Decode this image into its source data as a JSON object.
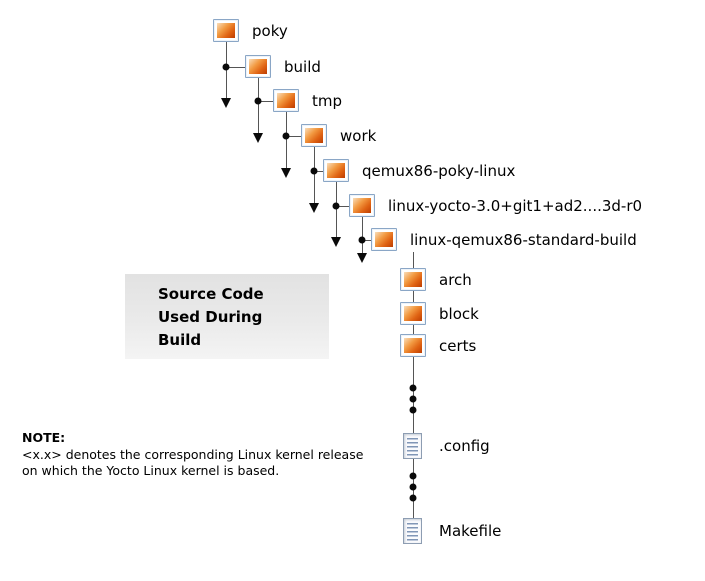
{
  "tree": {
    "nodes": [
      {
        "label": "poky",
        "icon": "folder-icon"
      },
      {
        "label": "build",
        "icon": "folder-icon"
      },
      {
        "label": "tmp",
        "icon": "folder-icon"
      },
      {
        "label": "work",
        "icon": "folder-icon"
      },
      {
        "label": "qemux86-poky-linux",
        "icon": "folder-icon"
      },
      {
        "label": "linux-yocto-3.0+git1+ad2....3d-r0",
        "icon": "folder-icon"
      },
      {
        "label": "linux-qemux86-standard-build",
        "icon": "folder-icon"
      },
      {
        "label": "arch",
        "icon": "folder-icon"
      },
      {
        "label": "block",
        "icon": "folder-icon"
      },
      {
        "label": "certs",
        "icon": "folder-icon"
      },
      {
        "label": ".config",
        "icon": "file-icon"
      },
      {
        "label": "Makefile",
        "icon": "file-icon"
      }
    ]
  },
  "callout": {
    "lines": [
      "Source Code",
      "Used During",
      "Build"
    ]
  },
  "note": {
    "label": "NOTE:",
    "text": "<x.x> denotes the corresponding Linux kernel release on which the Yocto Linux kernel is based."
  }
}
